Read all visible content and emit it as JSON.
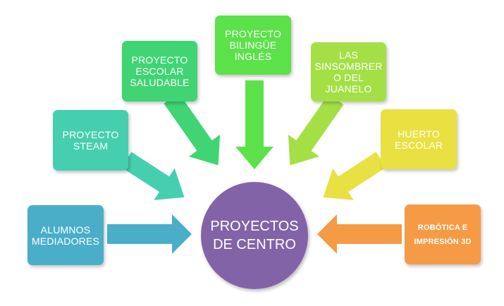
{
  "center": {
    "line1": "PROYECTOS",
    "line2": "DE CENTRO",
    "color": "#8363a7"
  },
  "nodes": {
    "alumnos": {
      "lines": [
        "ALUMNOS",
        "MEDIADORES"
      ],
      "color": "#4aaec9"
    },
    "steam": {
      "lines": [
        "PROYECTO",
        "STEAM"
      ],
      "color": "#46cfae"
    },
    "saludable": {
      "lines": [
        "PROYECTO",
        "ESCOLAR",
        "SALUDABLE"
      ],
      "color": "#40d474"
    },
    "bilingue": {
      "lines": [
        "PROYECTO",
        "BILINGÜE",
        "INGLÉS"
      ],
      "color": "#5ce14a"
    },
    "sinsombrero": {
      "lines": [
        "LAS",
        "SINSOMBRER",
        "O DEL",
        "JUANELO"
      ],
      "color": "#a4e045"
    },
    "huerto": {
      "lines": [
        "HUERTO",
        "ESCOLAR"
      ],
      "color": "#e9e042"
    },
    "robotica": {
      "lines": [
        "ROBÓTICA E",
        "IMPRESIÓN 3D"
      ],
      "color": "#f69b45"
    }
  }
}
